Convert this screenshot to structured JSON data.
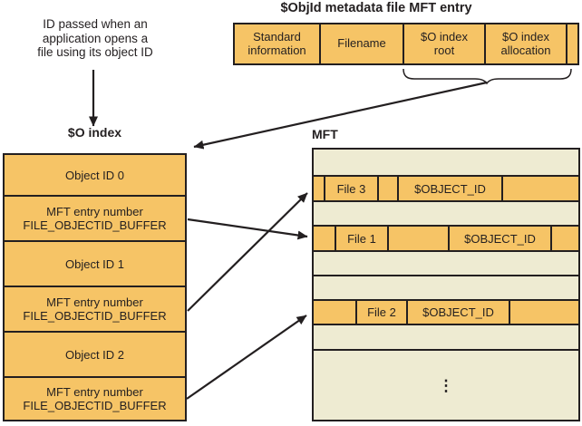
{
  "colors": {
    "box_orange": "#f6c466",
    "mft_beige": "#eeebd2",
    "ink": "#231f20",
    "background": "#ffffff"
  },
  "annotation": {
    "text": "ID passed when an\napplication opens a\nfile using its object ID"
  },
  "objid_entry": {
    "title": "$ObjId metadata file MFT entry",
    "cells": [
      "Standard\ninformation",
      "Filename",
      "$O index\nroot",
      "$O index\nallocation",
      ""
    ]
  },
  "o_index": {
    "label": "$O index",
    "rows": [
      "Object ID 0",
      "MFT entry number\nFILE_OBJECTID_BUFFER",
      "Object ID 1",
      "MFT entry number\nFILE_OBJECTID_BUFFER",
      "Object ID 2",
      "MFT entry number\nFILE_OBJECTID_BUFFER"
    ]
  },
  "mft": {
    "label": "MFT",
    "file_rows": {
      "file3": {
        "name": "File 3",
        "attr": "$OBJECT_ID"
      },
      "file1": {
        "name": "File 1",
        "attr": "$OBJECT_ID"
      },
      "file2": {
        "name": "File 2",
        "attr": "$OBJECT_ID"
      }
    },
    "ellipsis": "⋮"
  }
}
